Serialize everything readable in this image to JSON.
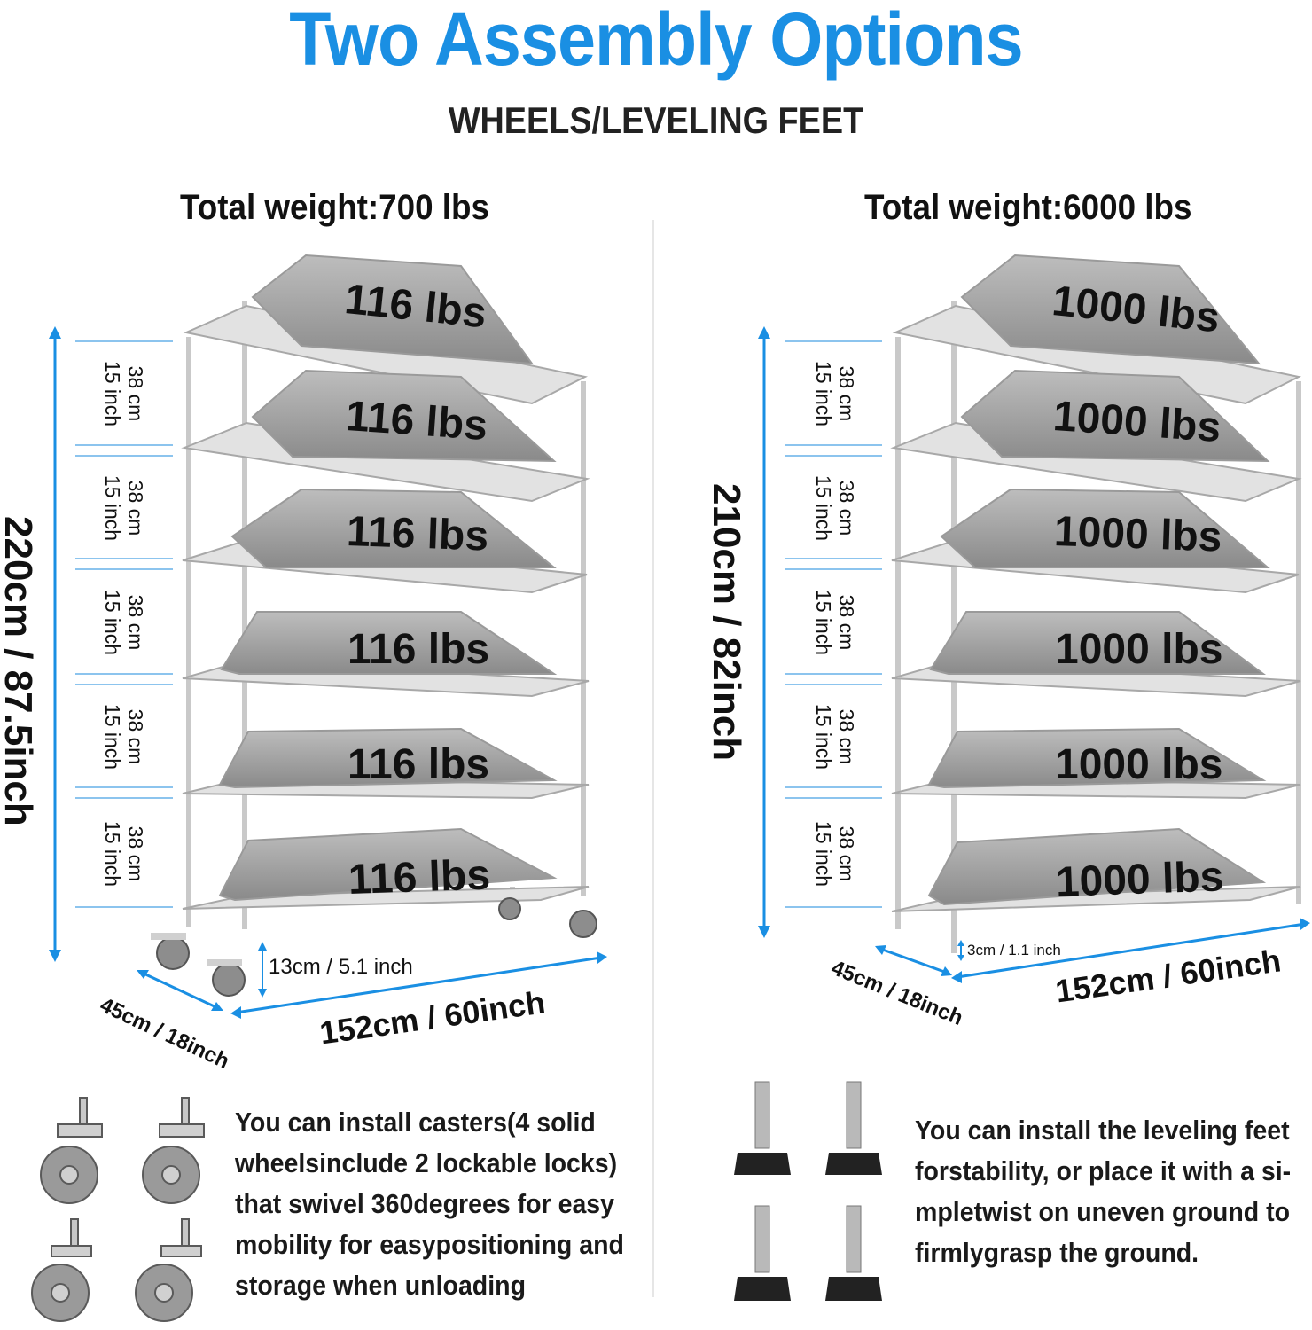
{
  "header": {
    "title": "Two Assembly Options",
    "subtitle": "WHEELS/LEVELING FEET",
    "accent_color": "#1a8fe3"
  },
  "left": {
    "total_weight": "Total weight:700 lbs",
    "shelf_loads": [
      "116 lbs",
      "116 lbs",
      "116 lbs",
      "116 lbs",
      "116 lbs",
      "116 lbs"
    ],
    "height_label": "220cm / 87.5inch",
    "segment_cm": "38 cm",
    "segment_inch": "15 inch",
    "wheel_height": "13cm / 5.1 inch",
    "depth": "45cm / 18inch",
    "width": "152cm / 60inch",
    "description": "You can install casters(4 solid wheelsinclude 2 lockable locks) that swivel 360degrees for easy mobility for easypositioning and storage when unloading",
    "accessory_icon": "caster-wheel-icon"
  },
  "right": {
    "total_weight": "Total weight:6000 lbs",
    "shelf_loads": [
      "1000 lbs",
      "1000 lbs",
      "1000 lbs",
      "1000 lbs",
      "1000 lbs",
      "1000 lbs"
    ],
    "height_label": "210cm / 82inch",
    "segment_cm": "38 cm",
    "segment_inch": "15 inch",
    "foot_height": "3cm / 1.1 inch",
    "depth": "45cm / 18inch",
    "width": "152cm / 60inch",
    "description": "You can install the leveling feet forstability, or place it with a si-mpletwist on uneven ground to firmlygrasp the ground.",
    "accessory_icon": "leveling-foot-icon"
  }
}
